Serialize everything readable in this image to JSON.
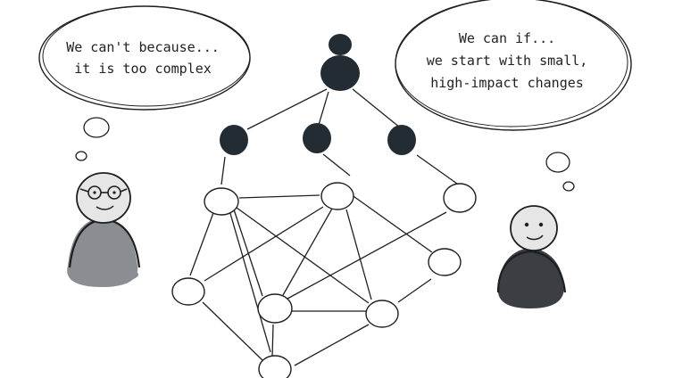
{
  "bubbles": {
    "left": {
      "lines": [
        "We can't because...",
        "it is too complex"
      ]
    },
    "right": {
      "lines": [
        "We can if...",
        "we start with small,",
        "high-impact changes"
      ]
    }
  },
  "colors": {
    "ink": "#1f1f1f",
    "dark_node": "#232b33",
    "left_body": "#8a8e92",
    "right_body": "#3b3f44",
    "head_fill": "#e6e6e6",
    "light_node": "#ffffff"
  }
}
